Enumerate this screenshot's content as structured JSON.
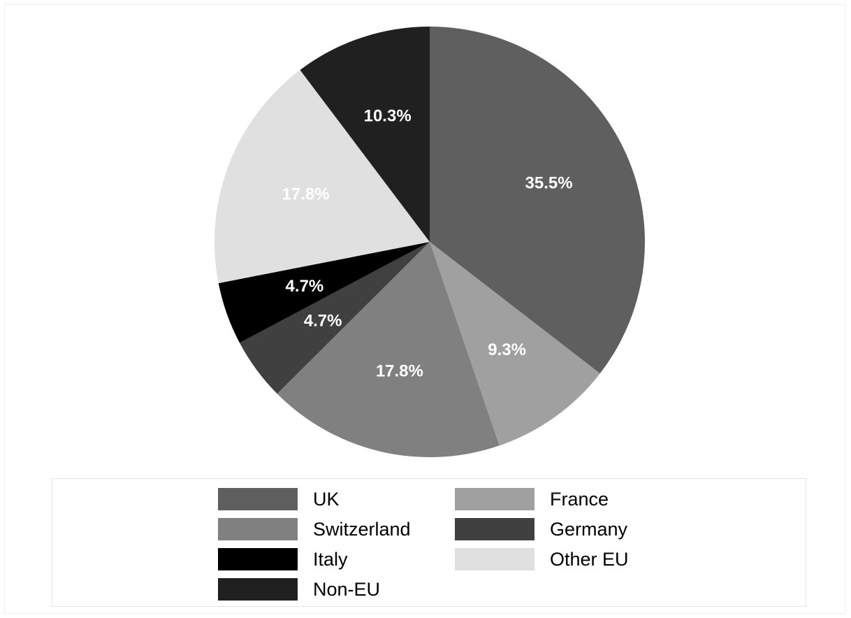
{
  "chart_data": {
    "type": "pie",
    "start_angle": "12 o'clock",
    "direction": "clockwise",
    "slices": [
      {
        "name": "UK",
        "value": 35.5,
        "label": "35.5%",
        "color": "#5f5f5f"
      },
      {
        "name": "France",
        "value": 9.3,
        "label": "9.3%",
        "color": "#a0a0a0"
      },
      {
        "name": "Switzerland",
        "value": 17.8,
        "label": "17.8%",
        "color": "#808080"
      },
      {
        "name": "Germany",
        "value": 4.7,
        "label": "4.7%",
        "color": "#404040"
      },
      {
        "name": "Italy",
        "value": 4.7,
        "label": "4.7%",
        "color": "#000000"
      },
      {
        "name": "Other EU",
        "value": 17.8,
        "label": "17.8%",
        "color": "#e0e0e0"
      },
      {
        "name": "Non-EU",
        "value": 10.3,
        "label": "10.3%",
        "color": "#202020"
      }
    ],
    "label_color": "#ffffff",
    "legend": {
      "placement": "bottom",
      "columns": 2,
      "order": [
        "UK",
        "France",
        "Switzerland",
        "Germany",
        "Italy",
        "Other EU",
        "Non-EU"
      ]
    }
  }
}
